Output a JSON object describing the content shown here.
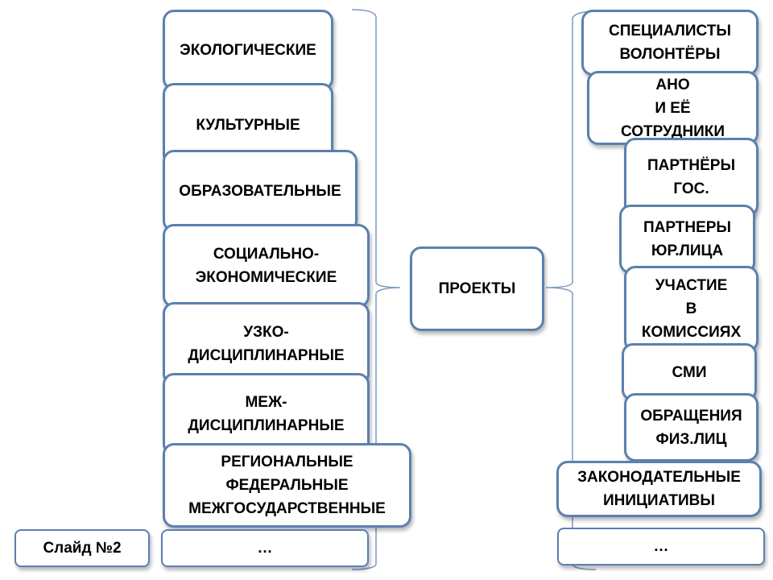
{
  "diagram": {
    "center": "ПРОЕКТЫ",
    "left_items": [
      "ЭКОЛОГИЧЕСКИЕ",
      "КУЛЬТУРНЫЕ",
      "ОБРАЗОВАТЕЛЬНЫЕ",
      "СОЦИАЛЬНО-\nЭКОНОМИЧЕСКИЕ",
      "УЗКО-\nДИСЦИПЛИНАРНЫЕ",
      "МЕЖ-\nДИСЦИПЛИНАРНЫЕ",
      "РЕГИОНАЛЬНЫЕ\nФЕДЕРАЛЬНЫЕ\nМЕЖГОСУДАРСТВЕННЫЕ",
      "…"
    ],
    "right_items": [
      "СПЕЦИАЛИСТЫ\nВОЛОНТЁРЫ",
      "АНО\nИ ЕЁ\nСОТРУДНИКИ",
      "ПАРТНЁРЫ\nГОС.",
      "ПАРТНЕРЫ\nЮР.ЛИЦА",
      "УЧАСТИЕ\nВ\nКОМИССИЯХ",
      "СМИ",
      "ОБРАЩЕНИЯ\nФИЗ.ЛИЦ",
      "ЗАКОНОДАТЕЛЬНЫЕ\nИНИЦИАТИВЫ",
      "…"
    ],
    "slide_label": "Слайд №2"
  },
  "colors": {
    "border": "#5b80b0",
    "bracket": "#7d9ac2"
  }
}
